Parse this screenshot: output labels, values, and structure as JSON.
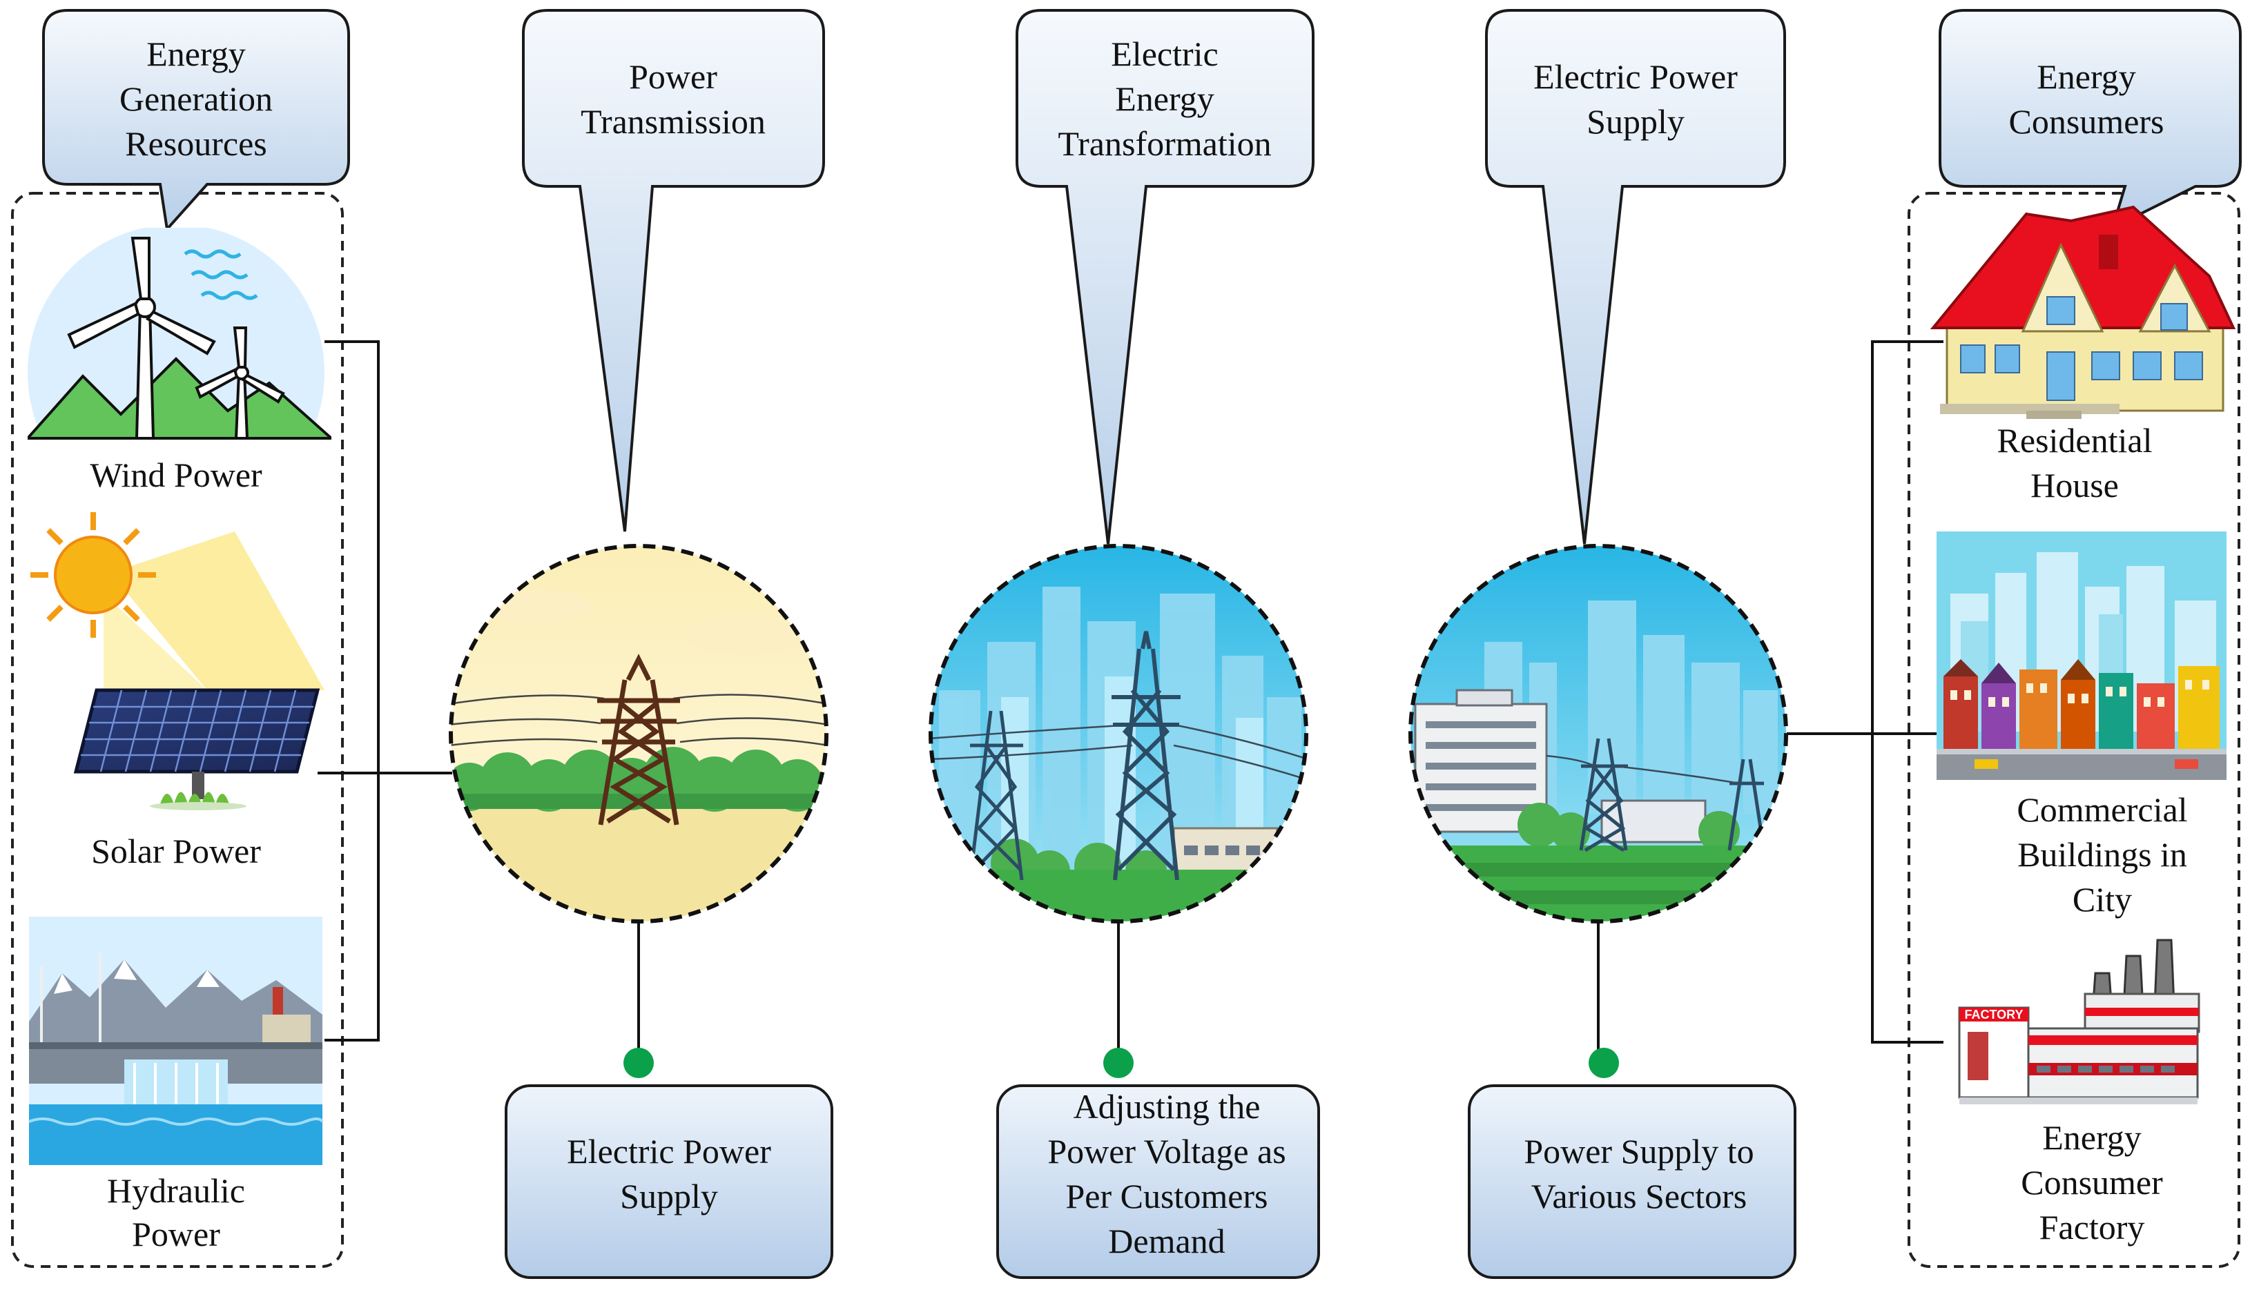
{
  "callouts": {
    "generation": [
      "Energy",
      "Generation",
      "Resources"
    ],
    "transmission": [
      "Power",
      "Transmission"
    ],
    "transformation": [
      "Electric",
      "Energy",
      "Transformation"
    ],
    "supply": [
      "Electric Power",
      "Supply"
    ],
    "consumers": [
      "Energy",
      "Consumers"
    ]
  },
  "sources": {
    "wind": [
      "Wind Power"
    ],
    "solar": [
      "Solar Power"
    ],
    "hydro": [
      "Hydraulic",
      "Power"
    ]
  },
  "consumers": {
    "residential": [
      "Residential",
      "House"
    ],
    "commercial": [
      "Commercial",
      "Buildings in",
      "City"
    ],
    "factory": [
      "Energy",
      "Consumer",
      "Factory"
    ],
    "factory_sign": "FACTORY"
  },
  "boxes": {
    "supply": [
      "Electric Power",
      "Supply"
    ],
    "adjusting": [
      "Adjusting the",
      "Power Voltage as",
      "Per Customers",
      "Demand"
    ],
    "sectors": [
      "Power Supply to",
      "Various Sectors"
    ]
  },
  "colors": {
    "callout_top": "#f4f8fd",
    "callout_bottom": "#b9d0ea",
    "dot": "#0aa14a",
    "sky": "#7fd4f0",
    "grass": "#3fae49",
    "roof": "#e8101e"
  }
}
